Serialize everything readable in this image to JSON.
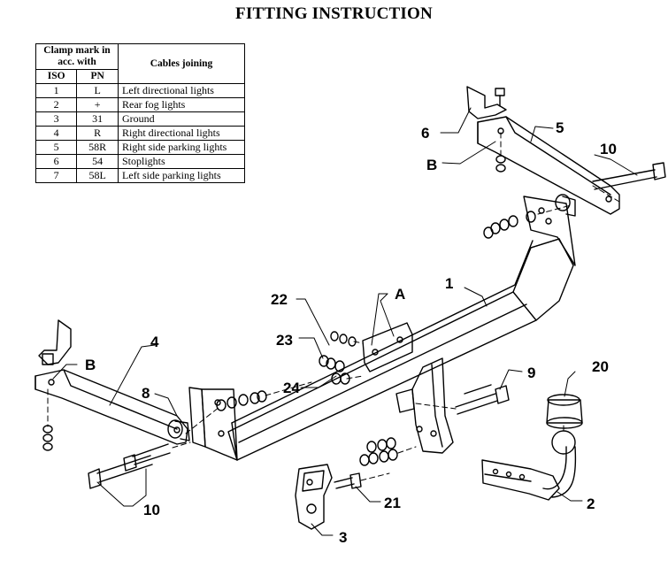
{
  "title": "FITTING INSTRUCTION",
  "legend": {
    "header": {
      "clamp_mark": "Clamp mark in acc. with",
      "iso": "ISO",
      "pn": "PN",
      "cables": "Cables joining"
    },
    "rows": [
      {
        "iso": "1",
        "pn": "L",
        "cable": "Left directional lights"
      },
      {
        "iso": "2",
        "pn": "+",
        "cable": "Rear fog lights"
      },
      {
        "iso": "3",
        "pn": "31",
        "cable": "Ground"
      },
      {
        "iso": "4",
        "pn": "R",
        "cable": "Right directional lights"
      },
      {
        "iso": "5",
        "pn": "58R",
        "cable": "Right side parking lights"
      },
      {
        "iso": "6",
        "pn": "54",
        "cable": "Stoplights"
      },
      {
        "iso": "7",
        "pn": "58L",
        "cable": "Left side parking lights"
      }
    ]
  },
  "callouts": {
    "c1": "1",
    "c2": "2",
    "c3": "3",
    "c4": "4",
    "c5": "5",
    "c6": "6",
    "c8": "8",
    "c9": "9",
    "c10a": "10",
    "c10b": "10",
    "c20": "20",
    "c21": "21",
    "c22": "22",
    "c23": "23",
    "c24": "24",
    "cA": "A",
    "cB1": "B",
    "cB2": "B"
  }
}
